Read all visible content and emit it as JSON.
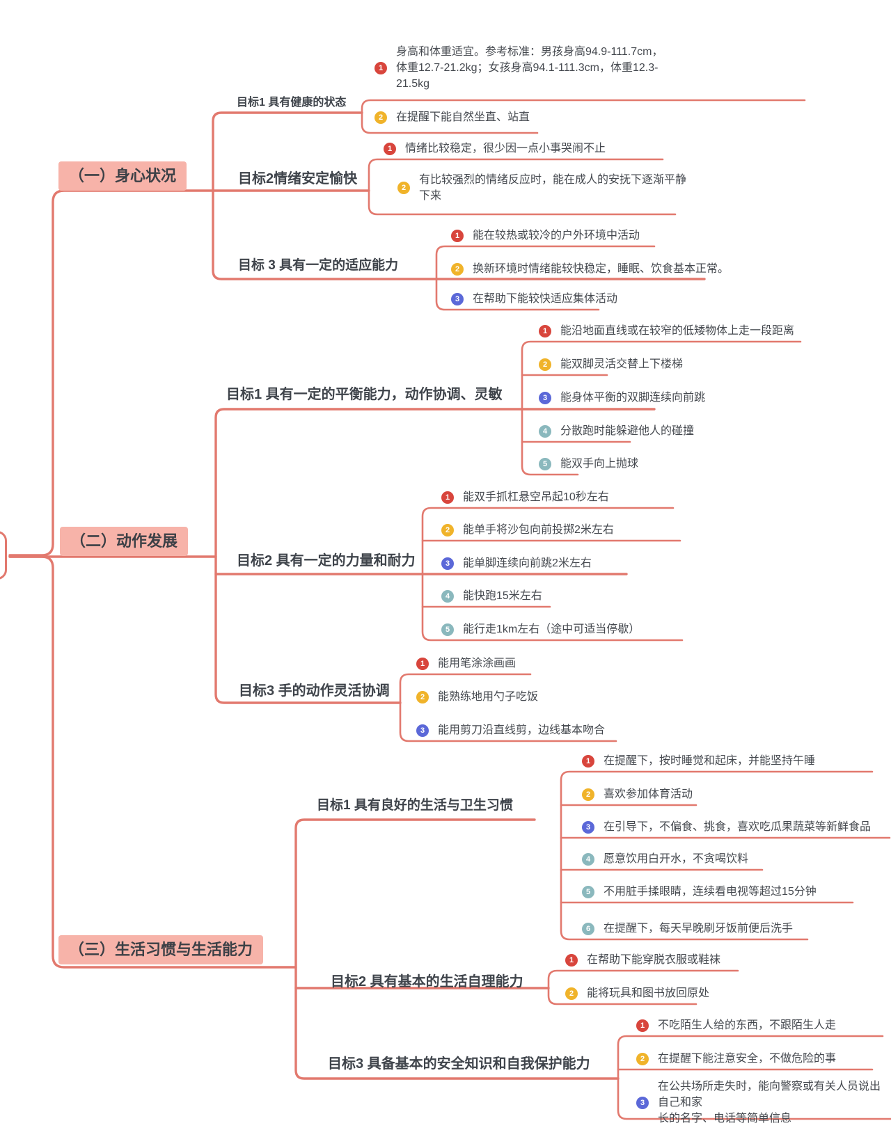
{
  "colors": {
    "branch_line": "#e2796e",
    "main_node_bg": "#f7b3a9",
    "badge_1": "#d8453c",
    "badge_2": "#f0b32a",
    "badge_3": "#5b68d8",
    "badge_456": "#8ab8bd"
  },
  "sections": [
    {
      "label": "（一）身心状况",
      "goals": [
        {
          "label": "目标1 具有健康的状态",
          "items": [
            {
              "num": "1",
              "text": "身高和体重适宜。参考标准：男孩身高94.9-111.7cm，\n体重12.7-21.2kg；女孩身高94.1-111.3cm，体重12.3-\n21.5kg"
            },
            {
              "num": "2",
              "text": "在提醒下能自然坐直、站直"
            }
          ]
        },
        {
          "label": "目标2情绪安定愉快",
          "items": [
            {
              "num": "1",
              "text": "情绪比较稳定，很少因一点小事哭闹不止"
            },
            {
              "num": "2",
              "text": "有比较强烈的情绪反应时，能在成人的安抚下逐渐平静\n下来"
            }
          ]
        },
        {
          "label": "目标 3 具有一定的适应能力",
          "items": [
            {
              "num": "1",
              "text": "能在较热或较冷的户外环境中活动"
            },
            {
              "num": "2",
              "text": "换新环境时情绪能较快稳定，睡眠、饮食基本正常。"
            },
            {
              "num": "3",
              "text": "在帮助下能较快适应集体活动"
            }
          ]
        }
      ]
    },
    {
      "label": "（二）动作发展",
      "goals": [
        {
          "label": "目标1 具有一定的平衡能力，动作协调、灵敏",
          "items": [
            {
              "num": "1",
              "text": "能沿地面直线或在较窄的低矮物体上走一段距离"
            },
            {
              "num": "2",
              "text": "能双脚灵活交替上下楼梯"
            },
            {
              "num": "3",
              "text": "能身体平衡的双脚连续向前跳"
            },
            {
              "num": "4",
              "text": "分散跑时能躲避他人的碰撞"
            },
            {
              "num": "5",
              "text": "能双手向上抛球"
            }
          ]
        },
        {
          "label": "目标2 具有一定的力量和耐力",
          "items": [
            {
              "num": "1",
              "text": "能双手抓杠悬空吊起10秒左右"
            },
            {
              "num": "2",
              "text": "能单手将沙包向前投掷2米左右"
            },
            {
              "num": "3",
              "text": "能单脚连续向前跳2米左右"
            },
            {
              "num": "4",
              "text": "能快跑15米左右"
            },
            {
              "num": "5",
              "text": "能行走1km左右（途中可适当停歇）"
            }
          ]
        },
        {
          "label": "目标3 手的动作灵活协调",
          "items": [
            {
              "num": "1",
              "text": "能用笔涂涂画画"
            },
            {
              "num": "2",
              "text": "能熟练地用勺子吃饭"
            },
            {
              "num": "3",
              "text": "能用剪刀沿直线剪，边线基本吻合"
            }
          ]
        }
      ]
    },
    {
      "label": "（三）生活习惯与生活能力",
      "goals": [
        {
          "label": "目标1 具有良好的生活与卫生习惯",
          "items": [
            {
              "num": "1",
              "text": "在提醒下，按时睡觉和起床，并能坚持午睡"
            },
            {
              "num": "2",
              "text": "喜欢参加体育活动"
            },
            {
              "num": "3",
              "text": "在引导下，不偏食、挑食，喜欢吃瓜果蔬菜等新鲜食品"
            },
            {
              "num": "4",
              "text": "愿意饮用白开水，不贪喝饮料"
            },
            {
              "num": "5",
              "text": "不用脏手揉眼睛，连续看电视等超过15分钟"
            },
            {
              "num": "6",
              "text": "在提醒下，每天早晚刷牙饭前便后洗手"
            }
          ]
        },
        {
          "label": "目标2 具有基本的生活自理能力",
          "items": [
            {
              "num": "1",
              "text": "在帮助下能穿脱衣服或鞋袜"
            },
            {
              "num": "2",
              "text": "能将玩具和图书放回原处"
            }
          ]
        },
        {
          "label": "目标3 具备基本的安全知识和自我保护能力",
          "items": [
            {
              "num": "1",
              "text": "不吃陌生人给的东西，不跟陌生人走"
            },
            {
              "num": "2",
              "text": "在提醒下能注意安全，不做危险的事"
            },
            {
              "num": "3",
              "text": "在公共场所走失时，能向警察或有关人员说出自己和家\n长的名字、电话等简单信息"
            }
          ]
        }
      ]
    }
  ]
}
